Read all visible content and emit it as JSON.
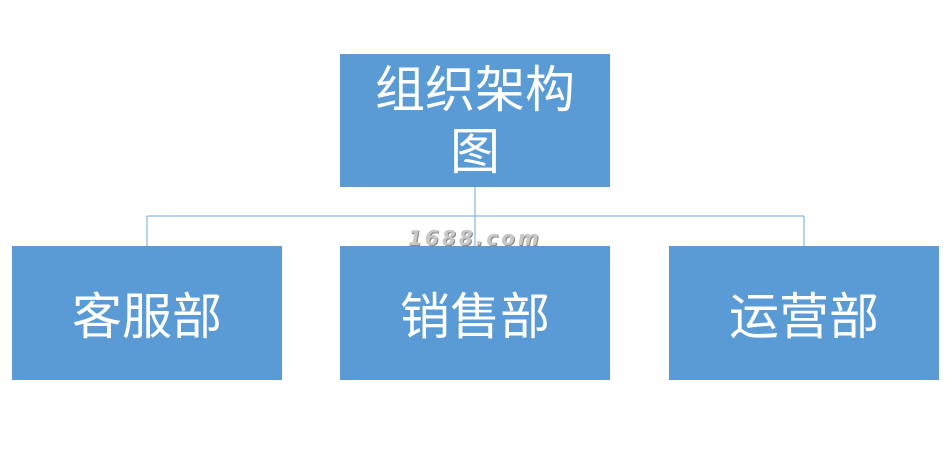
{
  "diagram": {
    "root": {
      "label": "组织架构图"
    },
    "children": [
      {
        "label": "客服部"
      },
      {
        "label": "销售部"
      },
      {
        "label": "运营部"
      }
    ],
    "watermark": "1688.com",
    "colors": {
      "box_fill": "#5b9bd5",
      "box_text": "#ffffff",
      "connector": "#5b9bd5"
    }
  }
}
